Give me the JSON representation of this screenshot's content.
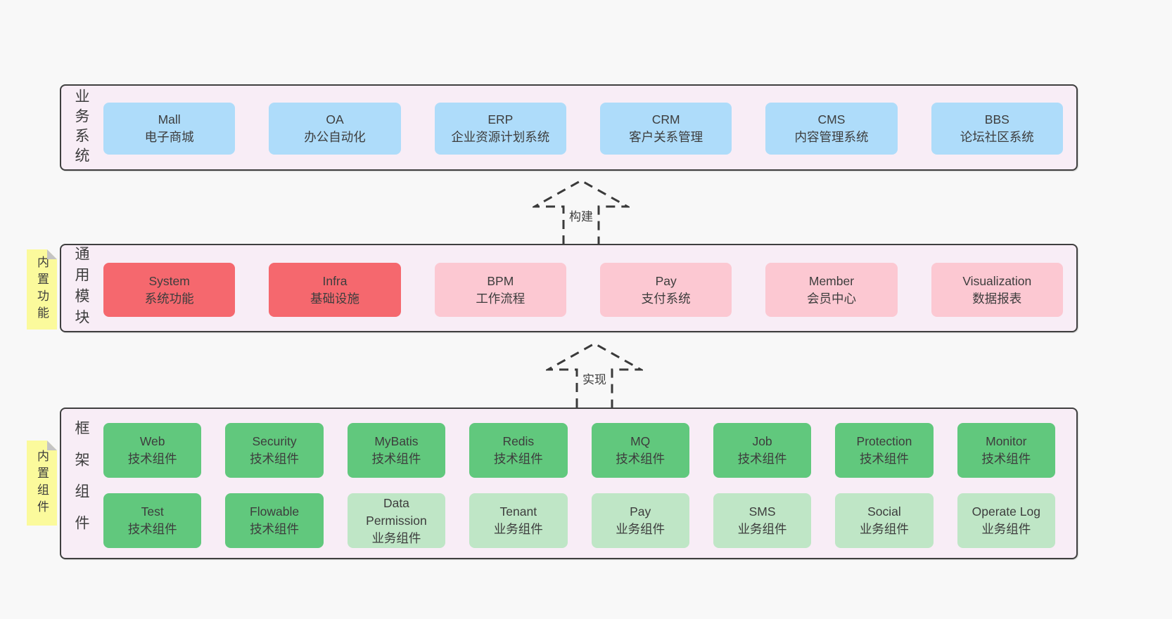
{
  "colors": {
    "page_bg": "#f8f8f8",
    "panel_bg": "#f8edf6",
    "panel_border": "#3f3f3f",
    "blue": "#aedcfa",
    "red": "#f5686e",
    "pink": "#fcc8d2",
    "green_dark": "#61c87d",
    "green_light": "#bfe6c6",
    "yellow": "#fbfa9c",
    "fold_gray": "#c4c4c4",
    "text": "#3d3d3d",
    "arrow": "#3a3a3a"
  },
  "business": {
    "label": "业务系统",
    "items": [
      {
        "title": "Mall",
        "subtitle": "电子商城"
      },
      {
        "title": "OA",
        "subtitle": "办公自动化"
      },
      {
        "title": "ERP",
        "subtitle": "企业资源计划系统"
      },
      {
        "title": "CRM",
        "subtitle": "客户关系管理"
      },
      {
        "title": "CMS",
        "subtitle": "内容管理系统"
      },
      {
        "title": "BBS",
        "subtitle": "论坛社区系统"
      }
    ]
  },
  "arrow_build": {
    "label": "构建"
  },
  "modules": {
    "label": "通用模块",
    "note": "内置功能",
    "items": [
      {
        "title": "System",
        "subtitle": "系统功能",
        "tone": "red"
      },
      {
        "title": "Infra",
        "subtitle": "基础设施",
        "tone": "red"
      },
      {
        "title": "BPM",
        "subtitle": "工作流程",
        "tone": "pink"
      },
      {
        "title": "Pay",
        "subtitle": "支付系统",
        "tone": "pink"
      },
      {
        "title": "Member",
        "subtitle": "会员中心",
        "tone": "pink"
      },
      {
        "title": "Visualization",
        "subtitle": "数据报表",
        "tone": "pink"
      }
    ]
  },
  "arrow_implement": {
    "label": "实现"
  },
  "framework": {
    "label": "框架组件",
    "note": "内置组件",
    "row1": [
      {
        "title": "Web",
        "subtitle": "技术组件",
        "tone": "green_dark"
      },
      {
        "title": "Security",
        "subtitle": "技术组件",
        "tone": "green_dark"
      },
      {
        "title": "MyBatis",
        "subtitle": "技术组件",
        "tone": "green_dark"
      },
      {
        "title": "Redis",
        "subtitle": "技术组件",
        "tone": "green_dark"
      },
      {
        "title": "MQ",
        "subtitle": "技术组件",
        "tone": "green_dark"
      },
      {
        "title": "Job",
        "subtitle": "技术组件",
        "tone": "green_dark"
      },
      {
        "title": "Protection",
        "subtitle": "技术组件",
        "tone": "green_dark"
      },
      {
        "title": "Monitor",
        "subtitle": "技术组件",
        "tone": "green_dark"
      }
    ],
    "row2": [
      {
        "title": "Test",
        "subtitle": "技术组件",
        "tone": "green_dark"
      },
      {
        "title": "Flowable",
        "subtitle": "技术组件",
        "tone": "green_dark"
      },
      {
        "title": "Data Permission",
        "subtitle": "业务组件",
        "tone": "green_light"
      },
      {
        "title": "Tenant",
        "subtitle": "业务组件",
        "tone": "green_light"
      },
      {
        "title": "Pay",
        "subtitle": "业务组件",
        "tone": "green_light"
      },
      {
        "title": "SMS",
        "subtitle": "业务组件",
        "tone": "green_light"
      },
      {
        "title": "Social",
        "subtitle": "业务组件",
        "tone": "green_light"
      },
      {
        "title": "Operate Log",
        "subtitle": "业务组件",
        "tone": "green_light"
      }
    ]
  }
}
